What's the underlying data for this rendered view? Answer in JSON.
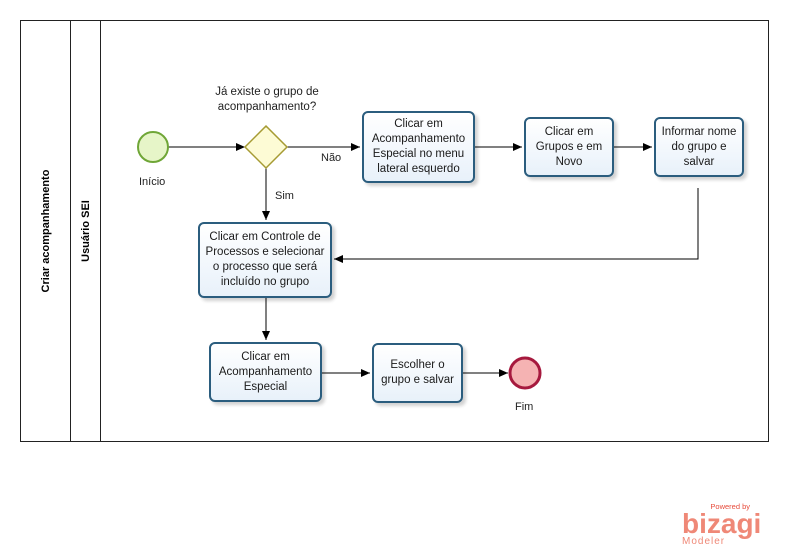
{
  "pool": {
    "label": "Criar acompanhamento"
  },
  "lane": {
    "label": "Usuário SEI"
  },
  "events": {
    "start": {
      "label": "Início"
    },
    "end": {
      "label": "Fim"
    }
  },
  "gateway": {
    "question": "Já existe o grupo de acompanhamento?"
  },
  "flows": {
    "no_label": "Não",
    "yes_label": "Sim"
  },
  "tasks": {
    "menu": "Clicar em Acompanhamento Especial no menu lateral esquerdo",
    "grupos": "Clicar em Grupos e em Novo",
    "informar": "Informar nome do grupo e salvar",
    "controle": "Clicar em Controle de Processos e selecionar o processo que será incluído no grupo",
    "acompanhamento": "Clicar em Acompanhamento Especial",
    "escolher": "Escolher o grupo e salvar"
  },
  "logo": {
    "powered": "Powered by",
    "name": "bizagi",
    "sub": "Modeler"
  },
  "colors": {
    "start_stroke": "#6fa637",
    "start_fill": "#e6f5c8",
    "end_stroke": "#a6193e",
    "end_fill": "#f5b3b3",
    "gateway_stroke": "#a69b33",
    "gateway_fill": "#fdfbd5",
    "task_border": "#2b5d7e",
    "logo": "#ef8877"
  }
}
